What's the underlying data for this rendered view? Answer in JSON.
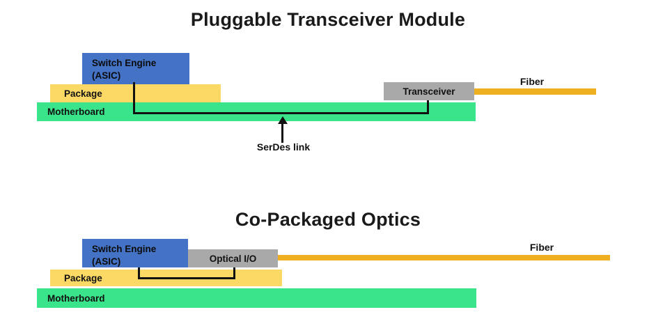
{
  "top": {
    "title": "Pluggable Transceiver Module",
    "asic_line1": "Switch Engine",
    "asic_line2": "(ASIC)",
    "package_label": "Package",
    "motherboard_label": "Motherboard",
    "transceiver_label": "Transceiver",
    "fiber_label": "Fiber",
    "serdes_label": "SerDes link"
  },
  "bottom": {
    "title": "Co-Packaged Optics",
    "asic_line1": "Switch Engine",
    "asic_line2": "(ASIC)",
    "optical_io_label": "Optical I/O",
    "package_label": "Package",
    "motherboard_label": "Motherboard",
    "fiber_label": "Fiber"
  },
  "colors": {
    "asic_blue": "#4472c4",
    "package_yellow": "#fbd964",
    "motherboard_green": "#3ae48a",
    "module_gray": "#a9a9a9",
    "fiber_gold": "#eeb021",
    "line_black": "#111111",
    "background": "#ffffff"
  }
}
